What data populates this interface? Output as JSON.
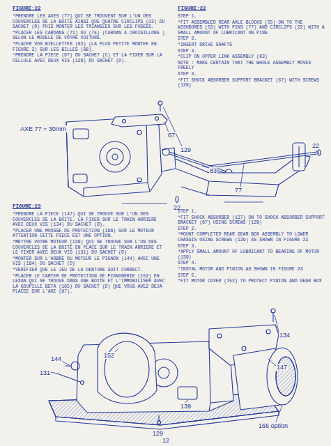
{
  "diagram": {
    "labels": [
      "FIGURE:22",
      "*PRENDRE LES AXES (77) QUI SE TROUVENT SUR L'UN DES COUVERCLES DE LA BOITE AINSI QUE QUATRE CIRCLIPS (22) DU SACHET (D) PUIS MONTER LES TRIANGLES SUR LES FUSEES.",
      "*PLACER LES CARDANS (71) OU (75) (CARDAN A CROISILLONS ) SELON LE MODELE DE VOTRE VOITURE.",
      "*PLACER VOS BIELLETTES (83) (LA PLUS PETITE MONTEE EN FIGURE 3) SUR LES BILLES (88).",
      "*PRENDRE LA PIECE (67) DU SACHET (C) ET LA FIXER SUR LA CELLULE AVEC DEUX VIS (129) DU SACHET (D).",
      "FIGURE:22",
      "STEP 1.",
      "*FIT ASSEMBLED REAR AXLE BLOCKS (55) ON TO THE WISHBONES (53) WITH PINS (77) AND CIRCLIPS (22) WITH A SMALL AMOUNT OF LUBRICANT ON PINS",
      "STEP 2.",
      "*INSERT DRIVE SHAFTS",
      "STEP 3.",
      "*CLIP ON UPPER LINK ASSEMBLY (83)",
      "NOTE : MAKE CERTAIN THAT THE WHOLE ASSEMBLY MOVES FREELY",
      "STEP 4.",
      "*FIT SHOCK ABSORBER SUPPORT BRACKET (67) WITH SCREWS (129)",
      "AXE 77 = 30mm",
      "67",
      "129",
      "83",
      "22",
      "77",
      "22",
      "FIGURE:23",
      "*PRENDRE LA PIECE (147) QUI SE TROUVE SUR L'UN DES COUVERCLES DE LA BOITE. LA FIXER SUR LE TRAIN ARRIERE AVEC DEUX VIS (134) DU SACHET (D).",
      "*PLACER UNE MOUSSE DE PROTECTION (166) SUR LE MOTEUR ATTENTION CETTE PIECE EST UNE OPTION.",
      "*METTRE VOTRE MOTEUR (139) QUI SE TROUVE SUR L'UN DES COUVERCLES DE LA BOITE EN PLACE SUR LE TRAIN ARRIERE ET LE FIXER AVEC DEUX VIS (131) DU SACHET (D)",
      "*MONTER SUR L'ARBRE DU MOTEUR LE PIGNON (144) AVEC UNE VIS (164) DU SACHET (D)",
      "*VERIFIER QUE LE JEU DE LA DENTURE SOIT CORRECT.",
      "*PLACER LE CARTER DE PROTECTION DE PIGNONERIE (152) EN LEXAN QUI SE TROUVE DANS UNE BOITE ET L'IMMOBILISER AVEC LA GOUPILLE BETA (105) DU SACHET (D) QUE VOUS AVEZ DEJA PLACEE SUR L'AXE (87).",
      "STEP 1.",
      "*FIT SHOCK ABSORBER (137) ON TO SHOCK ABSORBER SUPPORT BRACKET (67) USING SCREWS (129)",
      "STEP 2.",
      "*MOUNT COMPLETED REAR GEAR BOX ASSEMBLY TO LOWER CHASSIS USING SCREWS (129) AS SHOWN IN FIGURE 23",
      "STEP 3.",
      "*APPLY SMALL AMOUNT OF LUBRICANT TO BEARING OF MOTOR (139)",
      "STEP 4.",
      "*INSTAL MOTOR AND PINION AS SHOWN IN FIGURE 23",
      "STEP 5.",
      "*FIT MOTOR COVER (152) TO PROTECT PINION AND GEAR BOX",
      "152",
      "134",
      "147",
      "144",
      "131",
      "139",
      "129",
      "166 option",
      "12"
    ]
  }
}
